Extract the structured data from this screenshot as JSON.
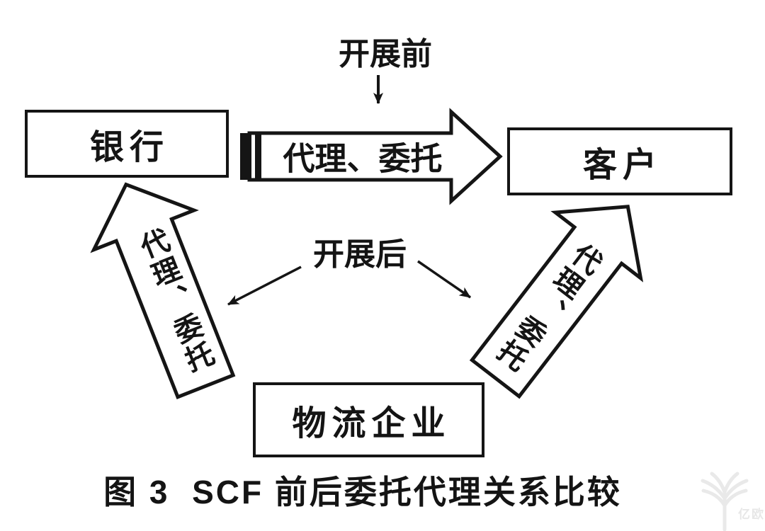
{
  "figure": {
    "caption": "图 3  SCF 前后委托代理关系比较",
    "watermark": "亿欧",
    "colors": {
      "ink": "#151515",
      "paper": "#ffffff",
      "watermark": "#e9e9e9"
    },
    "nodes": {
      "bank": {
        "label": "银行"
      },
      "customer": {
        "label": "客户"
      },
      "logistics": {
        "label": "物流企业"
      }
    },
    "annotations": {
      "before": "开展前",
      "after": "开展后"
    },
    "relations": {
      "bank_to_customer": "代理、委托",
      "logistics_to_bank": "代理、委托",
      "logistics_to_customer": "代理、委托"
    }
  }
}
